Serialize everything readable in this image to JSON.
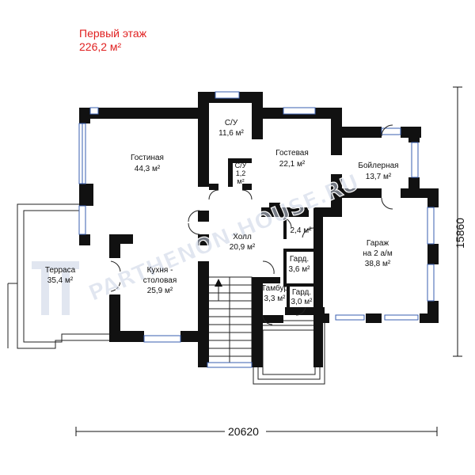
{
  "title": {
    "line1": "Первый этаж",
    "line2": "226,2 м²"
  },
  "rooms": {
    "living": {
      "name": "Гостиная",
      "area": "44,3 м²"
    },
    "wc1": {
      "name": "С/У",
      "area": "11,6 м²"
    },
    "wc2": {
      "name": "С/У",
      "area_num": "1,2",
      "area_unit": "м²"
    },
    "guest": {
      "name": "Гостевая",
      "area": "22,1 м²"
    },
    "boiler": {
      "name": "Бойлерная",
      "area": "13,7 м²"
    },
    "hall": {
      "name": "Холл",
      "area": "20,9 м²"
    },
    "closet1": {
      "area": "2,4 м²"
    },
    "wardrobe1": {
      "name": "Гард.",
      "area": "3,6 м²"
    },
    "garage": {
      "name": "Гараж",
      "capacity": "на 2 а/м",
      "area": "38,8 м²"
    },
    "terrace": {
      "name": "Терраса",
      "area": "35,4 м²"
    },
    "kitchen": {
      "name": "Кухня -",
      "name2": "столовая",
      "area": "25,9 м²"
    },
    "vestibule": {
      "name": "Тамбур",
      "area": "3,3 м²"
    },
    "wardrobe2": {
      "name": "Гард.",
      "area": "3,0 м²"
    }
  },
  "dimensions": {
    "width": "20620",
    "height": "15860"
  },
  "watermark": "PARTHENON-HOUSE.RU",
  "colors": {
    "title": "#e02020",
    "walls": "#111111",
    "windows": "#3a5fb0"
  }
}
